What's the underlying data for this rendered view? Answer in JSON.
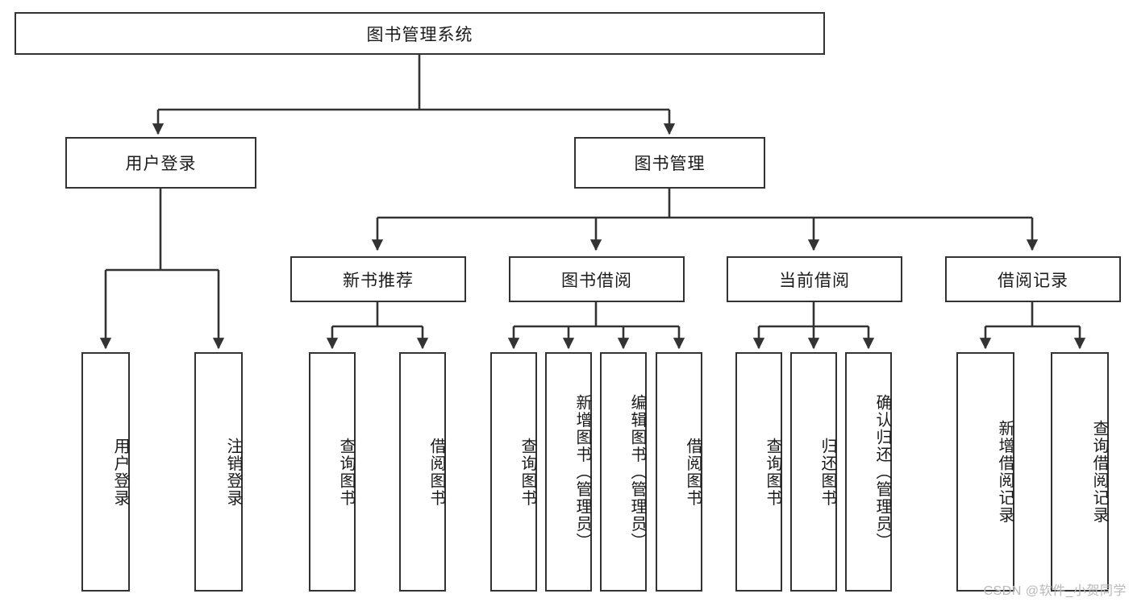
{
  "diagram": {
    "title": "图书管理系统",
    "type": "hierarchy-tree",
    "watermark": "CSDN @软件_小贺同学",
    "colors": {
      "background": "#ffffff",
      "box_border": "#333333",
      "box_fill": "#ffffff",
      "connector": "#333333",
      "text": "#1b1b1b",
      "watermark": "#b9b9b9"
    },
    "root": {
      "label": "图书管理系统"
    },
    "level2": [
      {
        "label": "用户登录"
      },
      {
        "label": "图书管理"
      }
    ],
    "level3": [
      {
        "label": "新书推荐"
      },
      {
        "label": "图书借阅"
      },
      {
        "label": "当前借阅"
      },
      {
        "label": "借阅记录"
      }
    ],
    "leaves": {
      "user_login": [
        {
          "label": "用户登录"
        },
        {
          "label": "注销登录"
        }
      ],
      "new_book": [
        {
          "label": "查询图书"
        },
        {
          "label": "借阅图书"
        }
      ],
      "book_borrow": [
        {
          "label": "查询图书"
        },
        {
          "label": "新增图书（管理员）"
        },
        {
          "label": "编辑图书（管理员）"
        },
        {
          "label": "借阅图书"
        }
      ],
      "current_borrow": [
        {
          "label": "查询图书"
        },
        {
          "label": "归还图书"
        },
        {
          "label": "确认归还（管理员）"
        }
      ],
      "borrow_record": [
        {
          "label": "新增借阅记录"
        },
        {
          "label": "查询借阅记录"
        }
      ]
    }
  }
}
